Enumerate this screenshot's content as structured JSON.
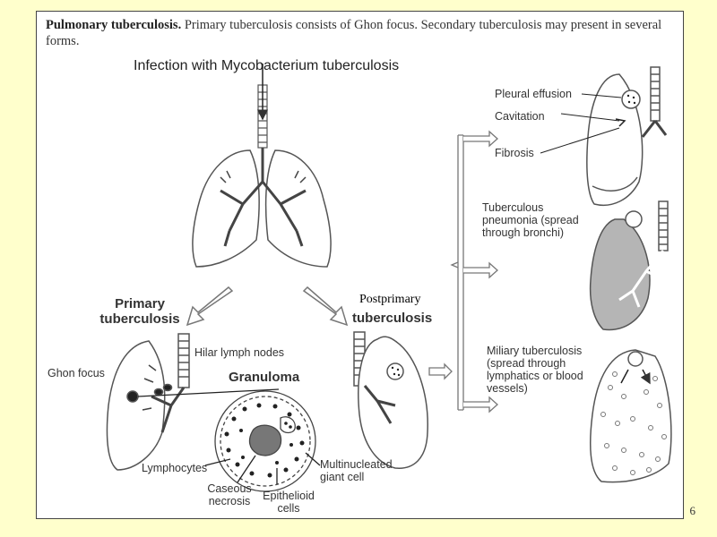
{
  "caption": {
    "title": "Pulmonary tuberculosis.",
    "text": "Primary tuberculosis consists of Ghon focus. Secondary tuberculosis may present in several forms."
  },
  "labels": {
    "infection": "Infection with Mycobacterium tuberculosis",
    "primary": "Primary tuberculosis",
    "postprimary_inserted": "Postprimary",
    "postprimary": "tuberculosis",
    "hilar": "Hilar lymph nodes",
    "ghon": "Ghon focus",
    "granuloma": "Granuloma",
    "lymphocytes": "Lymphocytes",
    "caseous": "Caseous necrosis",
    "epithelioid": "Epithelioid cells",
    "multinucleated": "Multinucleated giant cell",
    "pleural": "Pleural effusion",
    "cavitation": "Cavitation",
    "fibrosis": "Fibrosis",
    "pneumonia": "Tuberculous pneumonia (spread through bronchi)",
    "miliary": "Miliary tuberculosis (spread through lymphatics or blood vessels)"
  },
  "page_number": "6",
  "colors": {
    "background": "#ffffcc",
    "line": "#555555",
    "fill_gray": "#b5b5b5"
  }
}
